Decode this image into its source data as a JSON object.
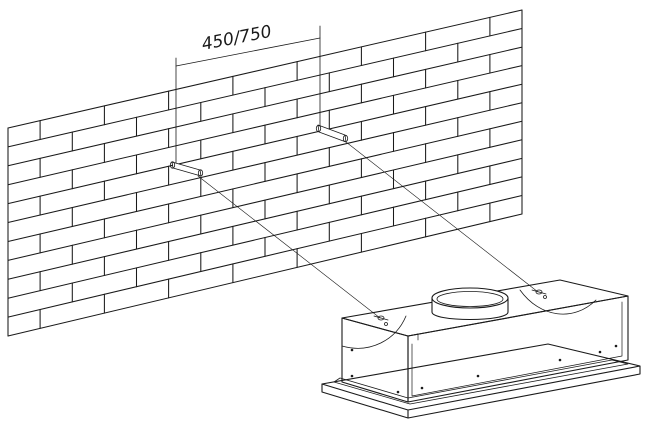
{
  "diagram": {
    "dimension_label": "450/750",
    "subjects": [
      "brick-wall",
      "wall-plug",
      "cooker-hood",
      "exhaust-collar",
      "mounting-screw"
    ]
  }
}
